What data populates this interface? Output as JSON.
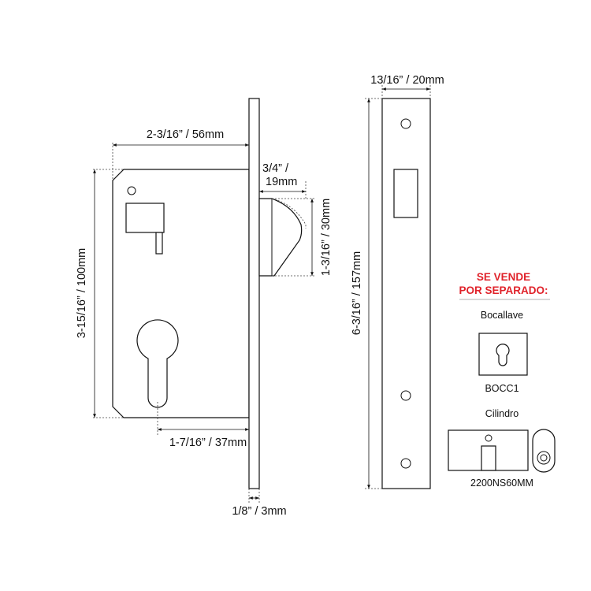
{
  "dimensions": {
    "case_width": "2-3/16” / 56mm",
    "latch_throw_line1": "3/4” /",
    "latch_throw_line2": "19mm",
    "latch_height": "1-3/16” / 30mm",
    "case_height": "3-15/16” / 100mm",
    "backset": "1-7/16” / 37mm",
    "faceplate_thickness": "1/8” / 3mm",
    "faceplate_width": "13/16” / 20mm",
    "faceplate_height": "6-3/16” / 157mm"
  },
  "accessories": {
    "notice_line1": "SE VENDE",
    "notice_line2": "POR SEPARADO:",
    "escutcheon_title": "Bocallave",
    "escutcheon_code": "BOCC1",
    "cylinder_title": "Cilindro",
    "cylinder_code": "2200NS60MM"
  },
  "colors": {
    "notice": "#e0222a",
    "lines": "#111111"
  }
}
